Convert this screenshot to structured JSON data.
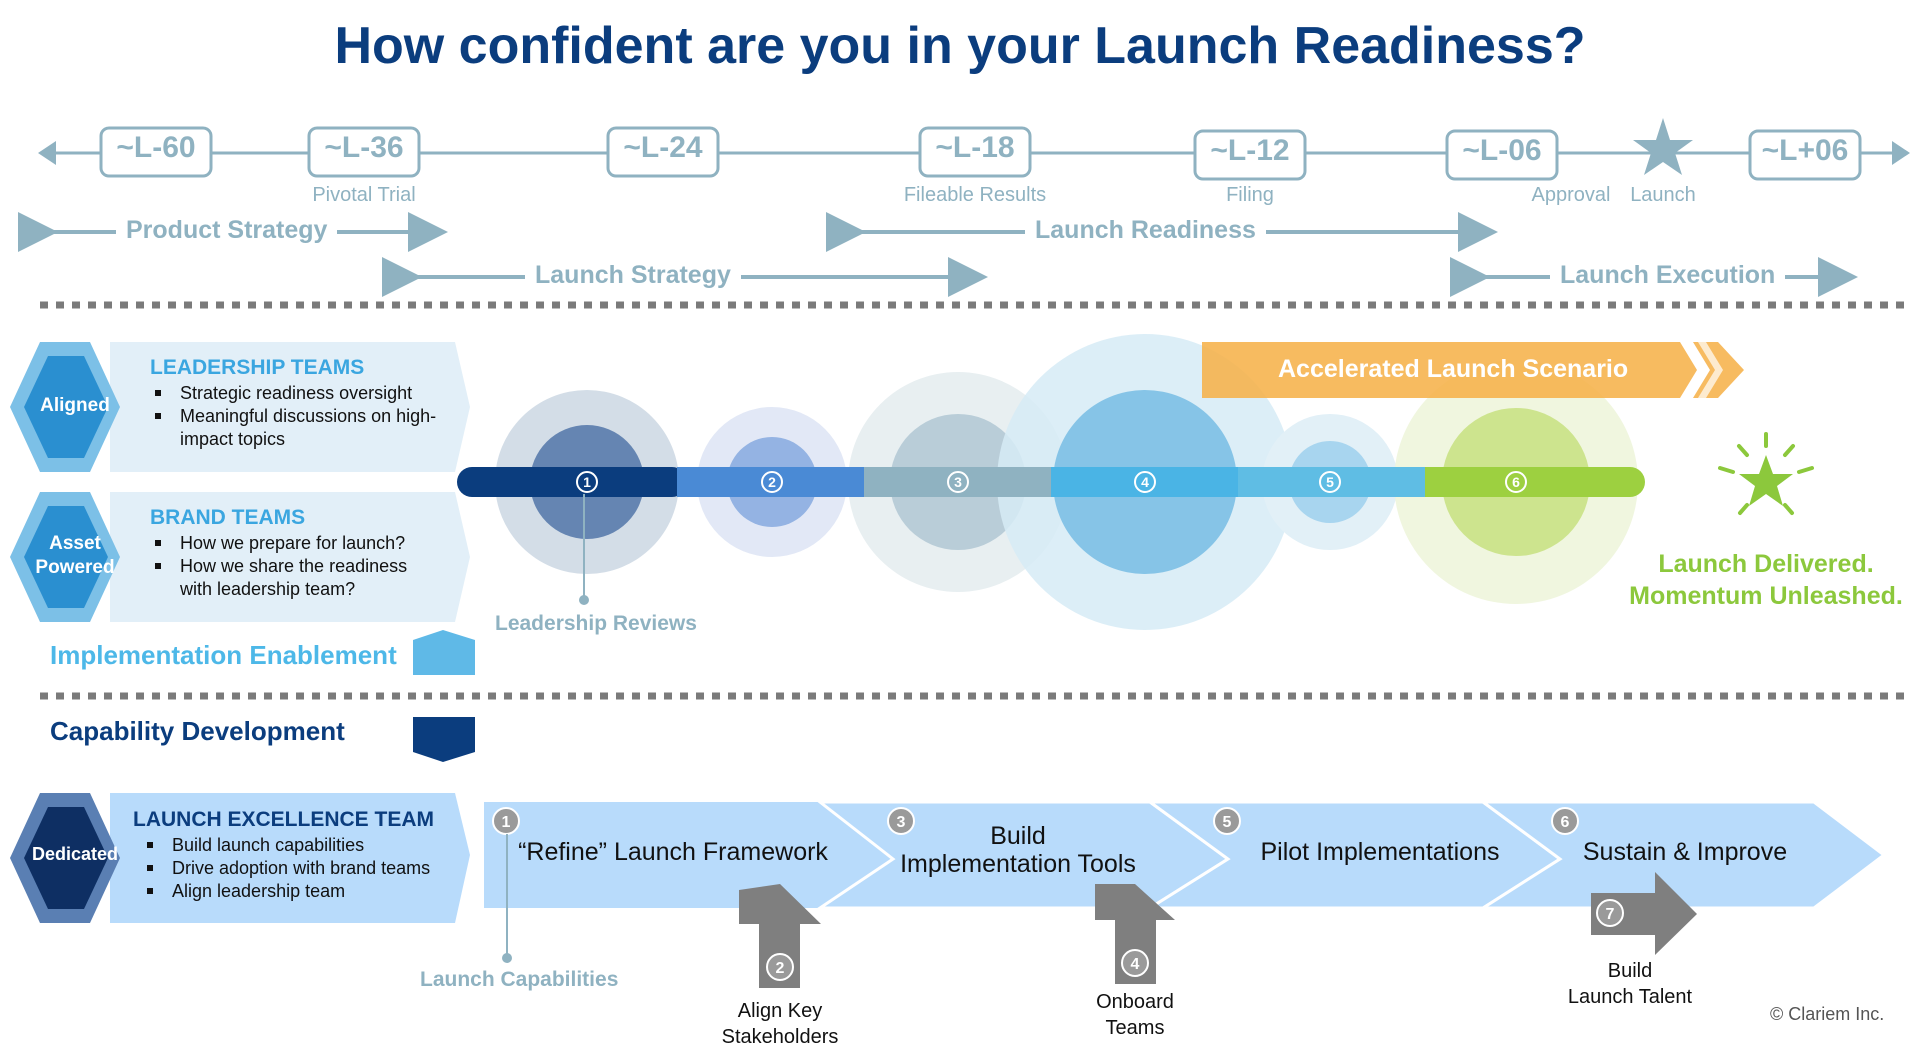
{
  "title": "How confident are you in your Launch Readiness?",
  "timeline": {
    "milestones": [
      {
        "label": "~L-60",
        "sub": ""
      },
      {
        "label": "~L-36",
        "sub": "Pivotal Trial"
      },
      {
        "label": "~L-24",
        "sub": ""
      },
      {
        "label": "~L-18",
        "sub": "Fileable Results"
      },
      {
        "label": "~L-12",
        "sub": "Filing"
      },
      {
        "label": "~L-06",
        "sub": "Approval"
      },
      {
        "label": "~L+06",
        "sub": ""
      }
    ],
    "launch_label": "Launch",
    "phases": {
      "product_strategy": "Product Strategy",
      "launch_readiness": "Launch Readiness",
      "launch_strategy": "Launch Strategy",
      "launch_execution": "Launch Execution"
    }
  },
  "teams": {
    "leadership": {
      "badge": "Aligned",
      "title": "LEADERSHIP TEAMS",
      "bullets": [
        "Strategic readiness oversight",
        "Meaningful discussions on high-impact topics"
      ]
    },
    "brand": {
      "badge_line1": "Asset",
      "badge_line2": "Powered",
      "title": "BRAND TEAMS",
      "bullets": [
        "How we prepare for launch?",
        "How we share the readiness with leadership team?"
      ]
    },
    "launch_excellence": {
      "badge": "Dedicated",
      "title": "LAUNCH EXCELLENCE TEAM",
      "bullets": [
        "Build launch capabilities",
        "Drive adoption with brand teams",
        "Align leadership team"
      ]
    }
  },
  "implementation": {
    "label": "Implementation Enablement",
    "bar_numbers": [
      "1",
      "2",
      "3",
      "4",
      "5",
      "6"
    ],
    "leadership_reviews": "Leadership Reviews",
    "accelerated": "Accelerated Launch Scenario",
    "delivered_line1": "Launch Delivered.",
    "delivered_line2": "Momentum Unleashed."
  },
  "capability": {
    "label": "Capability Development",
    "steps": [
      {
        "num": "1",
        "text": "“Refine” Launch Framework"
      },
      {
        "num": "3",
        "text_line1": "Build",
        "text_line2": "Implementation Tools"
      },
      {
        "num": "5",
        "text": "Pilot Implementations"
      },
      {
        "num": "6",
        "text": "Sustain & Improve"
      }
    ],
    "sub_steps": [
      {
        "num": "2",
        "line1": "Align Key",
        "line2": "Stakeholders"
      },
      {
        "num": "4",
        "line1": "Onboard",
        "line2": "Teams"
      },
      {
        "num": "7",
        "line1": "Build",
        "line2": "Launch Talent"
      }
    ],
    "launch_capabilities": "Launch Capabilities"
  },
  "copyright": "© Clariem Inc.",
  "colors": {
    "navy": "#0b3d7e",
    "light_blue": "#4db8e8",
    "grey_blue": "#8fb2c1",
    "green": "#9dc43a",
    "orange": "#f6b24a",
    "panel_blue": "#b8dbfb"
  }
}
